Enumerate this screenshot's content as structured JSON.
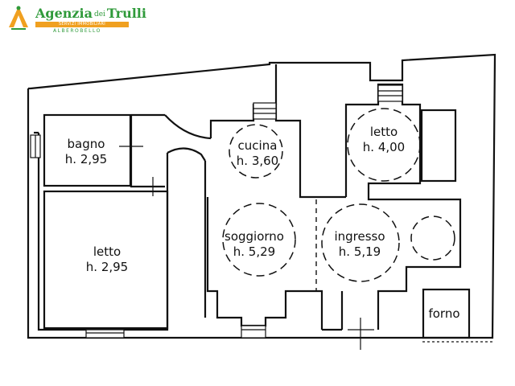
{
  "logo": {
    "name_part1": "Agenzia",
    "name_connector": "dei",
    "name_part2": "Trulli",
    "tagline": "SERVIZI IMMOBILIARI",
    "city": "ALBEROBELLO",
    "mark_icon": "trullo-logo-icon",
    "colors": {
      "green": "#2f9a3a",
      "orange": "#f0a020"
    }
  },
  "rooms": [
    {
      "id": "bagno",
      "name": "bagno",
      "height": "h. 2,95"
    },
    {
      "id": "letto-left",
      "name": "letto",
      "height": "h. 2,95"
    },
    {
      "id": "cucina",
      "name": "cucina",
      "height": "h. 3,60"
    },
    {
      "id": "soggiorno",
      "name": "soggiorno",
      "height": "h. 5,29"
    },
    {
      "id": "ingresso",
      "name": "ingresso",
      "height": "h. 5,19"
    },
    {
      "id": "letto-right",
      "name": "letto",
      "height": "h. 4,00"
    },
    {
      "id": "forno",
      "name": "forno"
    }
  ]
}
